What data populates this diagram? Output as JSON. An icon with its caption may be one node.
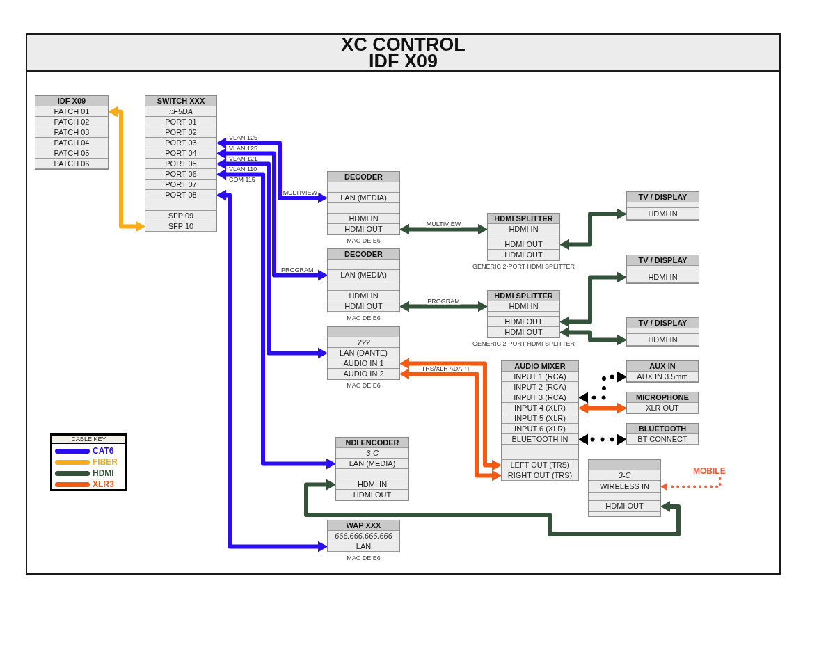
{
  "diagram": {
    "title": "XC CONTROL IDF X09",
    "nodes": [
      {
        "text": [
          "IDF X09"
        ]
      },
      {
        "text": [
          "PATCH 01"
        ],
        "in": 0
      },
      {
        "text": [
          "PATCH 02"
        ],
        "in": 0
      },
      {
        "text": [
          "PATCH 03"
        ],
        "in": 0
      },
      {
        "text": [
          "PATCH 04"
        ],
        "in": 0
      },
      {
        "text": [
          "PATCH 05"
        ],
        "in": 0
      },
      {
        "text": [
          "PATCH 06"
        ],
        "in": 0
      },
      {
        "text": [
          "SWITCH XXX"
        ]
      },
      {
        "text": [
          "::F5DA"
        ],
        "in": 7
      },
      {
        "text": [
          "PORT 01"
        ],
        "in": 7
      },
      {
        "text": [
          "PORT 02"
        ],
        "in": 7
      },
      {
        "text": [
          "PORT 03"
        ],
        "in": 7,
        "beside": [
          "VLAN 125"
        ]
      },
      {
        "text": [
          "PORT 04"
        ],
        "in": 7,
        "beside": [
          "VLAN 125"
        ]
      },
      {
        "text": [
          "PORT 05"
        ],
        "in": 7,
        "beside": [
          "VLAN 121"
        ]
      },
      {
        "text": [
          "PORT 06"
        ],
        "in": 7,
        "beside": [
          "VLAN 110"
        ]
      },
      {
        "text": [
          "PORT 07"
        ],
        "in": 7,
        "beside": [
          "COM 115"
        ]
      },
      {
        "text": [
          "PORT 08"
        ],
        "in": 7
      },
      {
        "text": [],
        "shape": "box",
        "in": 7
      },
      {
        "text": [
          "SFP 09"
        ],
        "in": 7
      },
      {
        "text": [
          "SFP 10"
        ],
        "in": 7
      },
      {
        "text": [
          "DECODER"
        ],
        "beside": [
          "MAC DE:E6"
        ]
      },
      {
        "text": [],
        "shape": "box",
        "in": 20
      },
      {
        "text": [
          "LAN (MEDIA)"
        ],
        "in": 20
      },
      {
        "text": [],
        "shape": "box",
        "in": 20
      },
      {
        "text": [
          "HDMI IN"
        ],
        "in": 20
      },
      {
        "text": [
          "HDMI OUT"
        ],
        "in": 20
      },
      {
        "text": [
          "DECODER"
        ],
        "beside": [
          "MAC DE:E6"
        ]
      },
      {
        "text": [],
        "shape": "box",
        "in": 26
      },
      {
        "text": [
          "LAN (MEDIA)"
        ],
        "in": 26
      },
      {
        "text": [],
        "shape": "box",
        "in": 26
      },
      {
        "text": [
          "HDMI IN"
        ],
        "in": 26
      },
      {
        "text": [
          "HDMI OUT"
        ],
        "in": 26
      },
      {
        "text": [],
        "shape": "box",
        "beside": [
          "MAC DE:E6"
        ]
      },
      {
        "text": [
          "???"
        ],
        "in": 32
      },
      {
        "text": [
          "LAN (DANTE)"
        ],
        "in": 32
      },
      {
        "text": [
          "AUDIO IN 1"
        ],
        "in": 32
      },
      {
        "text": [
          "AUDIO IN 2"
        ],
        "in": 32
      },
      {
        "text": [
          "NDI ENCODER"
        ]
      },
      {
        "text": [
          "3-C"
        ],
        "in": 37
      },
      {
        "text": [
          "LAN (MEDIA)"
        ],
        "in": 37
      },
      {
        "text": [],
        "shape": "box",
        "in": 37
      },
      {
        "text": [
          "HDMI IN"
        ],
        "in": 37
      },
      {
        "text": [
          "HDMI OUT"
        ],
        "in": 37
      },
      {
        "text": [
          "WAP XXX"
        ],
        "beside": [
          "MAC DE:E6"
        ]
      },
      {
        "text": [
          "666.666.666.666"
        ],
        "in": 43
      },
      {
        "text": [
          "LAN"
        ],
        "in": 43
      },
      {
        "text": [
          "HDMI SPLITTER"
        ],
        "beside": [
          "GENERIC 2-PORT HDMI SPLITTER"
        ]
      },
      {
        "text": [
          "HDMI IN"
        ],
        "in": 46
      },
      {
        "text": [],
        "shape": "box",
        "in": 46
      },
      {
        "text": [
          "HDMI OUT"
        ],
        "in": 46
      },
      {
        "text": [
          "HDMI OUT"
        ],
        "in": 46
      },
      {
        "text": [
          "HDMI SPLITTER"
        ],
        "beside": [
          "GENERIC 2-PORT HDMI SPLITTER"
        ]
      },
      {
        "text": [
          "HDMI IN"
        ],
        "in": 51
      },
      {
        "text": [],
        "shape": "box",
        "in": 51
      },
      {
        "text": [
          "HDMI OUT"
        ],
        "in": 51
      },
      {
        "text": [
          "HDMI OUT"
        ],
        "in": 51
      },
      {
        "text": [
          "AUDIO MIXER"
        ]
      },
      {
        "text": [
          "INPUT 1 (RCA)"
        ],
        "in": 56
      },
      {
        "text": [
          "INPUT 2 (RCA)"
        ],
        "in": 56
      },
      {
        "text": [
          "INPUT 3 (RCA)"
        ],
        "in": 56
      },
      {
        "text": [
          "INPUT 4 (XLR)"
        ],
        "in": 56
      },
      {
        "text": [
          "INPUT 5 (XLR)"
        ],
        "in": 56
      },
      {
        "text": [
          "INPUT 6 (XLR)"
        ],
        "in": 56
      },
      {
        "text": [
          "BLUETOOTH IN"
        ],
        "in": 56
      },
      {
        "text": [],
        "shape": "box",
        "in": 56
      },
      {
        "text": [
          "LEFT OUT (TRS)"
        ],
        "in": 56
      },
      {
        "text": [
          "RIGHT OUT (TRS)"
        ],
        "in": 56
      },
      {
        "text": [],
        "shape": "box"
      },
      {
        "text": [
          "3-C"
        ],
        "in": 67
      },
      {
        "text": [
          "WIRELESS IN"
        ],
        "in": 67
      },
      {
        "text": [],
        "shape": "box",
        "in": 67
      },
      {
        "text": [
          "HDMI OUT"
        ],
        "in": 67
      },
      {
        "text": [],
        "shape": "box",
        "in": 67
      },
      {
        "text": [
          "TV / DISPLAY"
        ]
      },
      {
        "text": [],
        "shape": "box",
        "in": 73
      },
      {
        "text": [
          "HDMI IN"
        ],
        "in": 73
      },
      {
        "text": [
          "TV / DISPLAY"
        ]
      },
      {
        "text": [],
        "shape": "box",
        "in": 76
      },
      {
        "text": [
          "HDMI IN"
        ],
        "in": 76
      },
      {
        "text": [
          "TV / DISPLAY"
        ]
      },
      {
        "text": [],
        "shape": "box",
        "in": 79
      },
      {
        "text": [
          "HDMI IN"
        ],
        "in": 79
      },
      {
        "text": [
          "AUX IN"
        ]
      },
      {
        "text": [
          "AUX IN 3.5mm"
        ],
        "in": 82
      },
      {
        "text": [
          "MICROPHONE"
        ]
      },
      {
        "text": [
          "XLR OUT"
        ],
        "in": 84
      },
      {
        "text": [
          "BLUETOOTH"
        ]
      },
      {
        "text": [
          "BT CONNECT"
        ],
        "in": 86
      },
      {
        "text": [
          "MOBILE"
        ]
      }
    ],
    "edges": [
      {
        "from": 1,
        "to": 19,
        "arrow": "both",
        "color": "#f7ac1b"
      },
      {
        "from": 11,
        "to": 22,
        "arrow": "both",
        "label": "MULTIVIEW",
        "color": "#2a0cf5"
      },
      {
        "from": 12,
        "to": 28,
        "arrow": "both",
        "label": "PROGRAM",
        "color": "#2a0cf5"
      },
      {
        "from": 13,
        "to": 34,
        "arrow": "both",
        "color": "#2a0cf5"
      },
      {
        "from": 14,
        "to": 39,
        "arrow": "both",
        "color": "#2a0cf5"
      },
      {
        "from": 16,
        "to": 45,
        "arrow": "both",
        "color": "#2a0cf5"
      },
      {
        "from": 25,
        "to": 47,
        "arrow": "both",
        "label": "MULTIVIEW"
      },
      {
        "from": 31,
        "to": 52,
        "arrow": "both",
        "label": "PROGRAM"
      },
      {
        "from": 49,
        "to": 75,
        "arrow": "both"
      },
      {
        "from": 54,
        "to": 78,
        "arrow": "both"
      },
      {
        "from": 55,
        "to": 81,
        "arrow": "both"
      },
      {
        "from": 65,
        "to": 35,
        "arrow": "both",
        "label": "TRS/XLR ADAPT",
        "color": "#f55a13"
      },
      {
        "from": 66,
        "to": 36,
        "arrow": "both",
        "color": "#f55a13"
      },
      {
        "from": 85,
        "to": 60,
        "arrow": "both",
        "color": "#f55a13"
      },
      {
        "from": 83,
        "to": 59,
        "arrow": "both",
        "style": "dashed",
        "color": "#000000"
      },
      {
        "from": 87,
        "to": 63,
        "arrow": "both",
        "style": "dashed",
        "color": "#000000"
      },
      {
        "from": 71,
        "to": 41,
        "arrow": "both"
      },
      {
        "from": 88,
        "to": 69,
        "arrow": "to",
        "style": "dashed",
        "color": "#f0603a"
      }
    ],
    "labels": [
      "CABLE KEY"
    ],
    "legend": [
      {
        "text": "CAT6",
        "color": "#2a0cf5"
      },
      {
        "text": "FIBER",
        "color": "#f7ac1b"
      },
      {
        "text": "HDMI",
        "color": "#34523a"
      },
      {
        "text": "XLR3",
        "color": "#f55a13"
      }
    ]
  }
}
